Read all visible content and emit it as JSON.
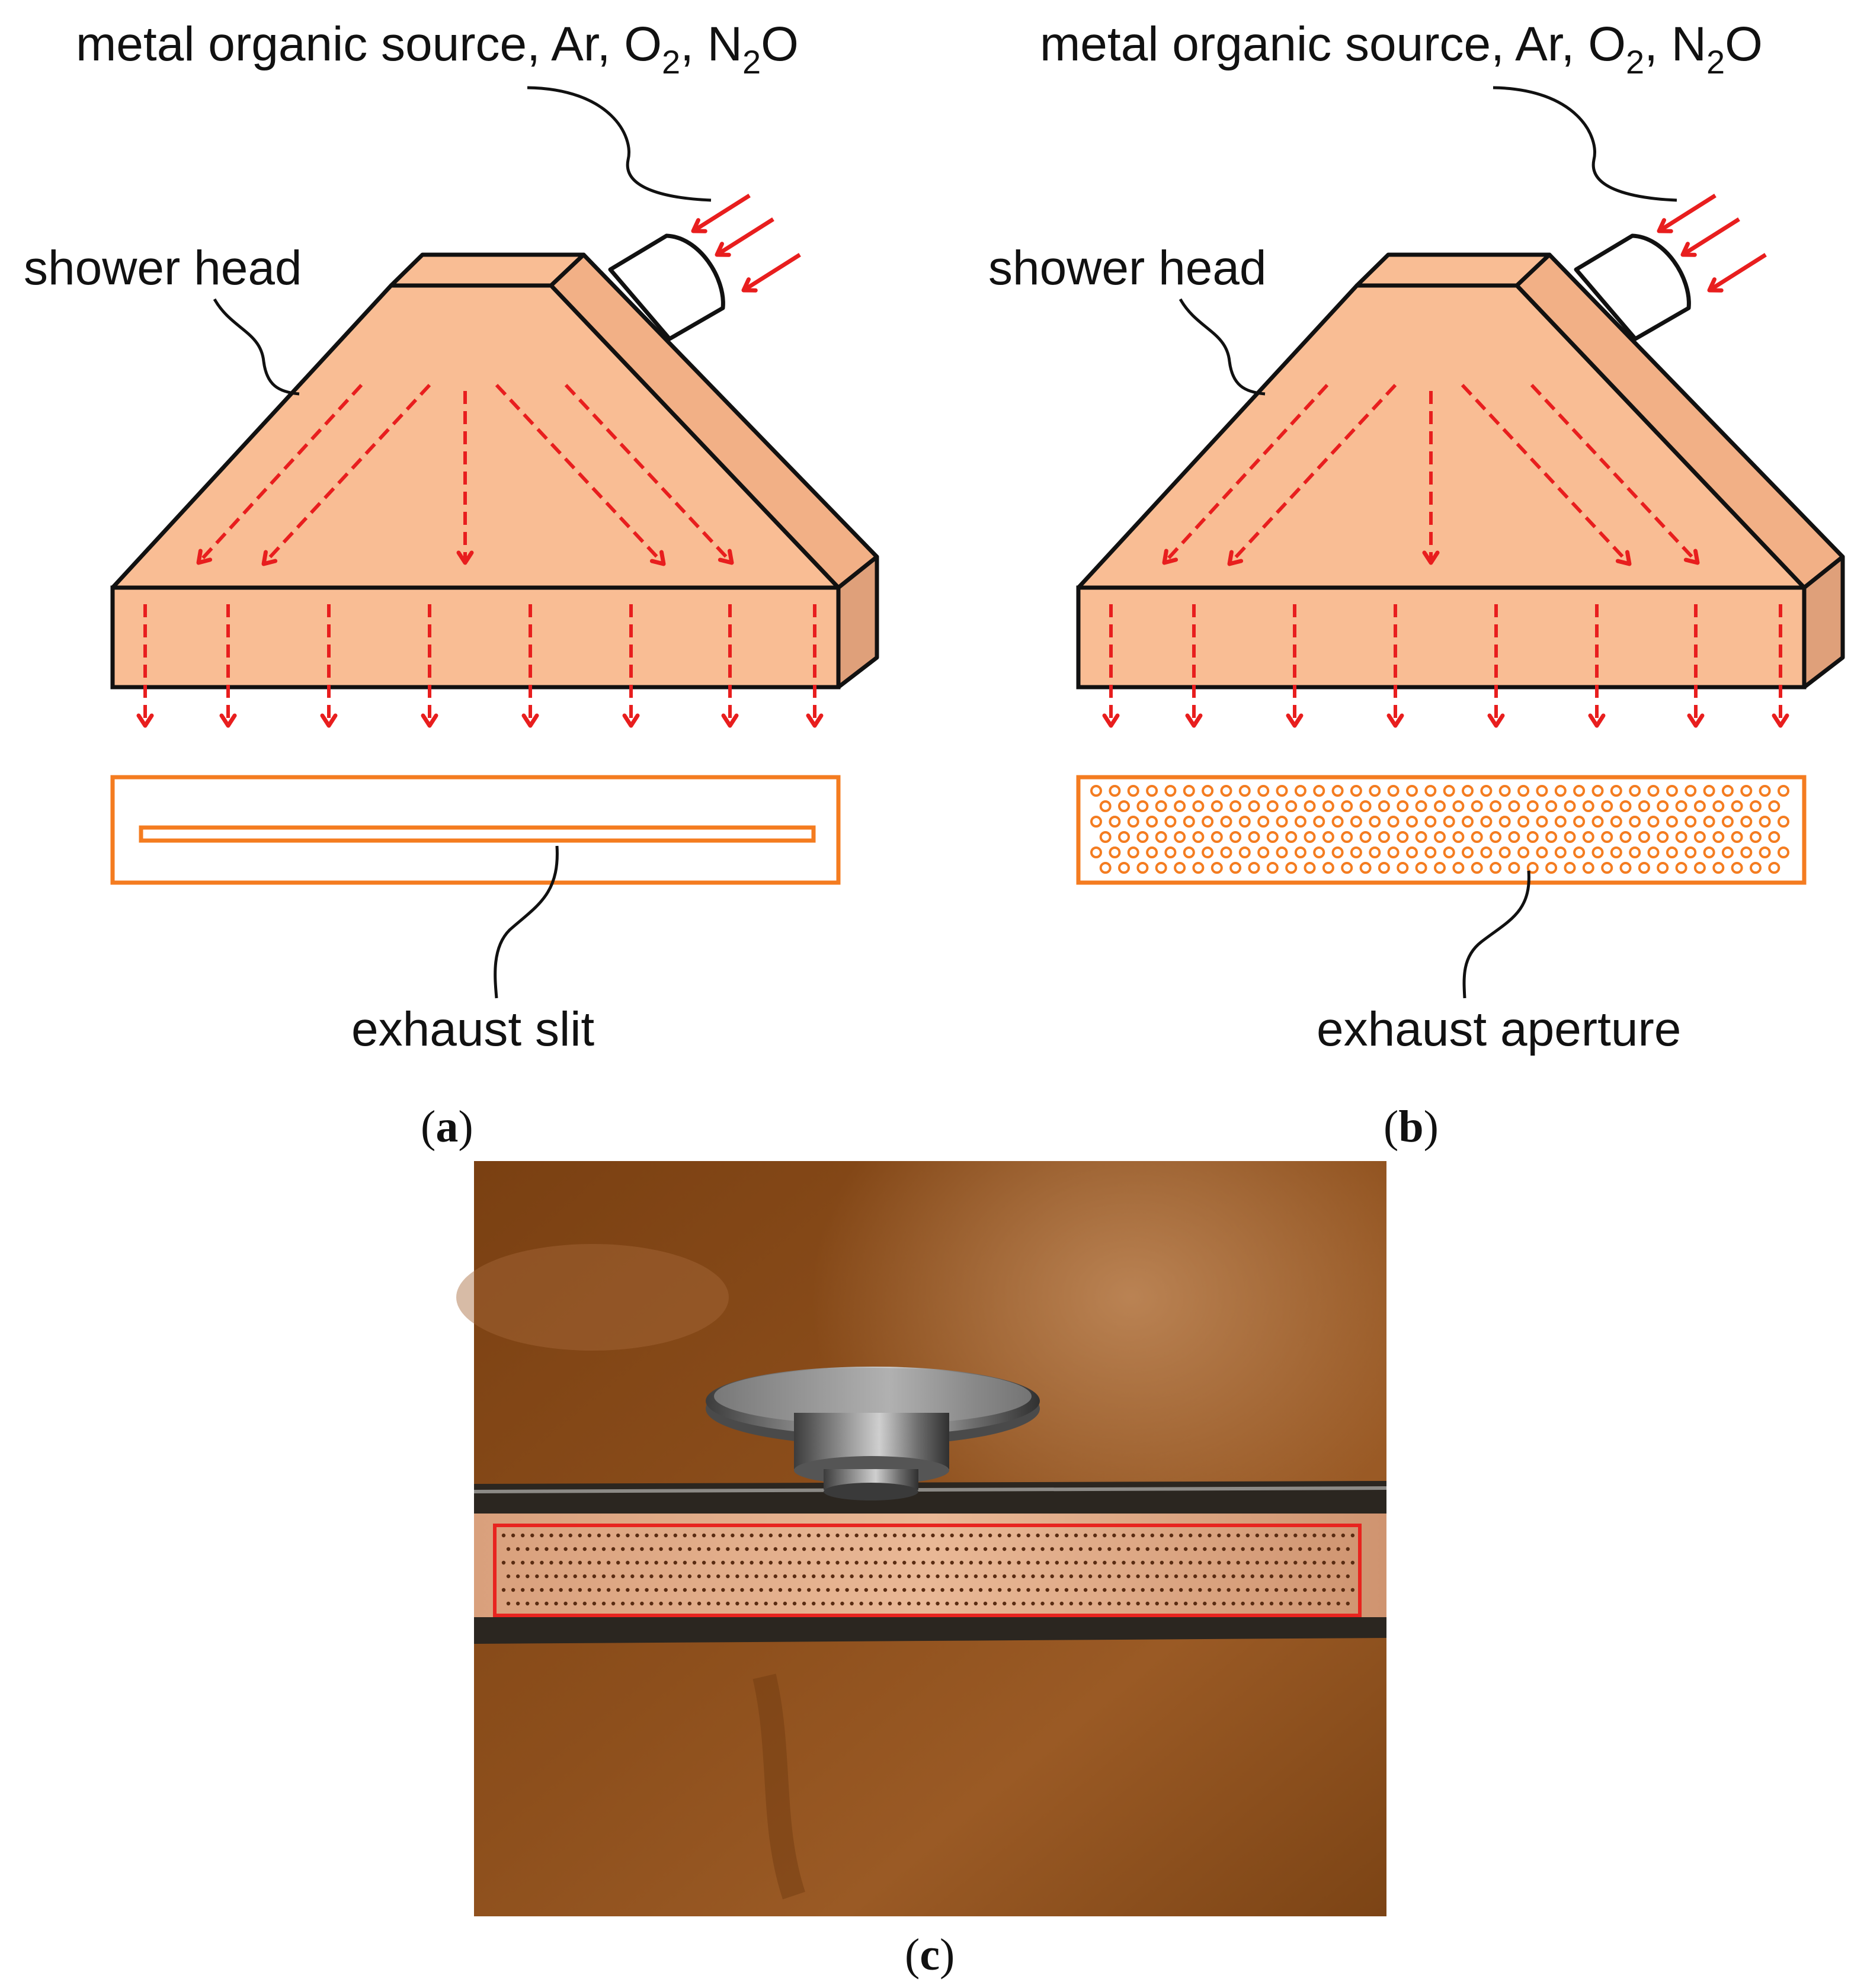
{
  "colors": {
    "body_fill": "#f9bd94",
    "body_side": "#dfa07a",
    "outline": "#111111",
    "flow_arrow": "#e81e1e",
    "exhaust_outline": "#f47c20",
    "photo_bg": "#8a4d1d",
    "highlight_box": "#e8241f"
  },
  "panels": [
    {
      "id": "a",
      "gas_label": {
        "prefix": "metal organic source, Ar, O",
        "sub1": "2",
        "mid": ", N",
        "sub2": "2",
        "suffix": "O"
      },
      "head_label": "shower head",
      "exhaust_label": "exhaust slit",
      "caption": {
        "open": "(",
        "letter": "a",
        "close": ")"
      },
      "exhaust_type": "slit"
    },
    {
      "id": "b",
      "gas_label": {
        "prefix": "metal organic source, Ar, O",
        "sub1": "2",
        "mid": ", N",
        "sub2": "2",
        "suffix": "O"
      },
      "head_label": "shower head",
      "exhaust_label": "exhaust aperture",
      "caption": {
        "open": "(",
        "letter": "b",
        "close": ")"
      },
      "exhaust_type": "apertures"
    }
  ],
  "photo": {
    "caption": {
      "open": "(",
      "letter": "c",
      "close": ")"
    },
    "icons": [
      "flange-icon",
      "perforated-plate-icon"
    ]
  }
}
